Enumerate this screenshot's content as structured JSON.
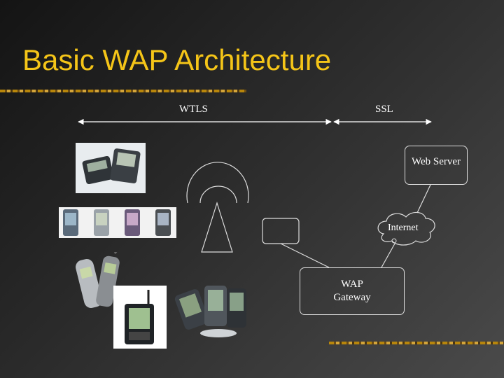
{
  "slide": {
    "title": "Basic WAP Architecture",
    "colors": {
      "title": "#f5c518",
      "lines": "#ffffff",
      "accent_rule": "#b8860b"
    }
  },
  "diagram": {
    "wtls_label": "WTLS",
    "ssl_label": "SSL",
    "web_server_label": "Web Server",
    "internet_label": "Internet",
    "wap_gateway_label_line1": "WAP",
    "wap_gateway_label_line2": "Gateway"
  },
  "devices": [
    {
      "name": "pager-devices-photo",
      "icon": "pager-icon"
    },
    {
      "name": "pda-devices-photo",
      "icon": "pda-icon"
    },
    {
      "name": "mobile-phones-photo",
      "icon": "phone-icon"
    },
    {
      "name": "handheld-photo",
      "icon": "handheld-icon"
    },
    {
      "name": "palm-devices-photo",
      "icon": "palm-icon"
    }
  ]
}
